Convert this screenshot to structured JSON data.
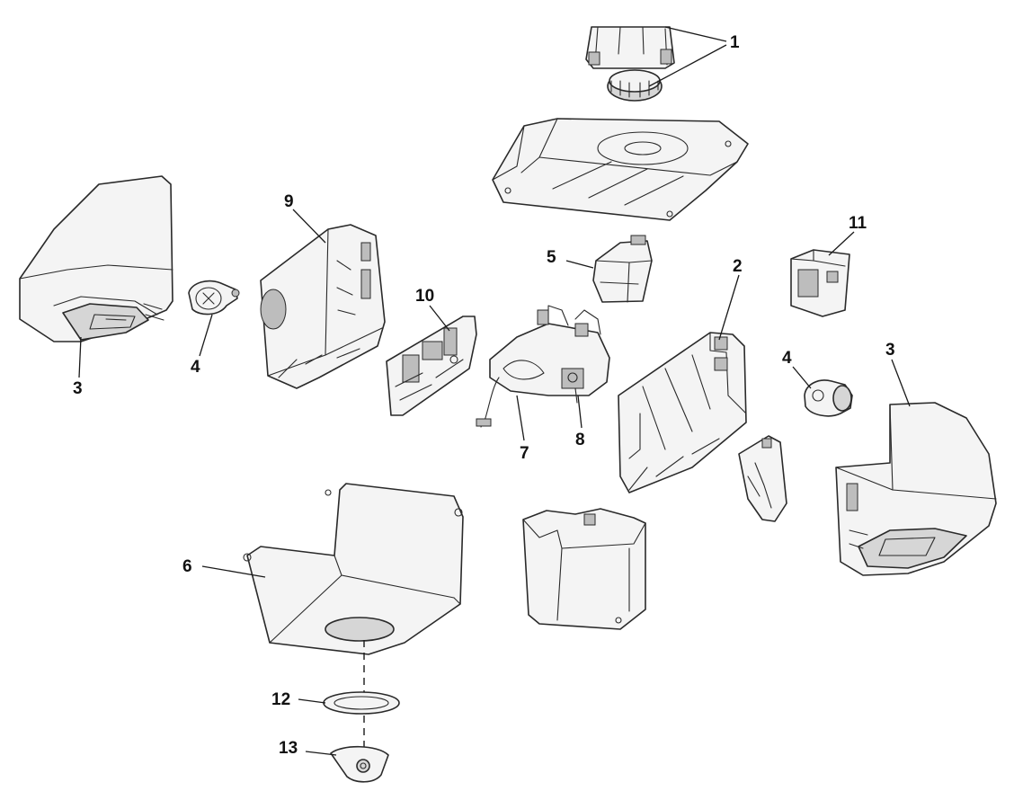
{
  "callouts": {
    "c1": "1",
    "c2": "2",
    "c3_left": "3",
    "c3_right": "3",
    "c4_left": "4",
    "c4_right": "4",
    "c5": "5",
    "c6": "6",
    "c7": "7",
    "c8": "8",
    "c9": "9",
    "c10": "10",
    "c11": "11",
    "c12": "12",
    "c13": "13"
  }
}
